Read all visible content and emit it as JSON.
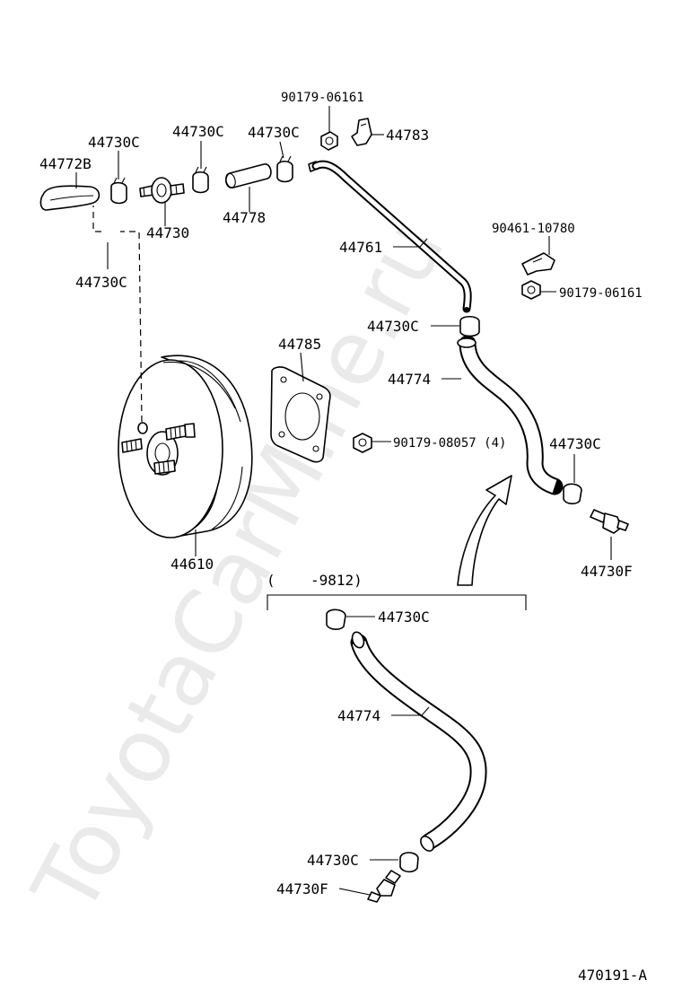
{
  "watermark": "ToyotaCarMine.ru",
  "diagram_code": "470191-A",
  "variant_bracket": {
    "open": "(",
    "value": "-9812)"
  },
  "labels": {
    "p90179_06161_top": "90179-06161",
    "p44783": "44783",
    "p44730c_1": "44730C",
    "p44730c_2": "44730C",
    "p44730c_3": "44730C",
    "p44772b": "44772B",
    "p44778": "44778",
    "p44730": "44730",
    "p44730c_4": "44730C",
    "p44761": "44761",
    "p90461_10780": "90461-10780",
    "p90179_06161_right": "90179-06161",
    "p44730c_5": "44730C",
    "p44785": "44785",
    "p44774_upper": "44774",
    "p90179_08057": "90179-08057 (4)",
    "p44730c_6": "44730C",
    "p44730f_upper": "44730F",
    "p44610": "44610",
    "p44730c_7": "44730C",
    "p44774_lower": "44774",
    "p44730c_8": "44730C",
    "p44730f_lower": "44730F"
  }
}
